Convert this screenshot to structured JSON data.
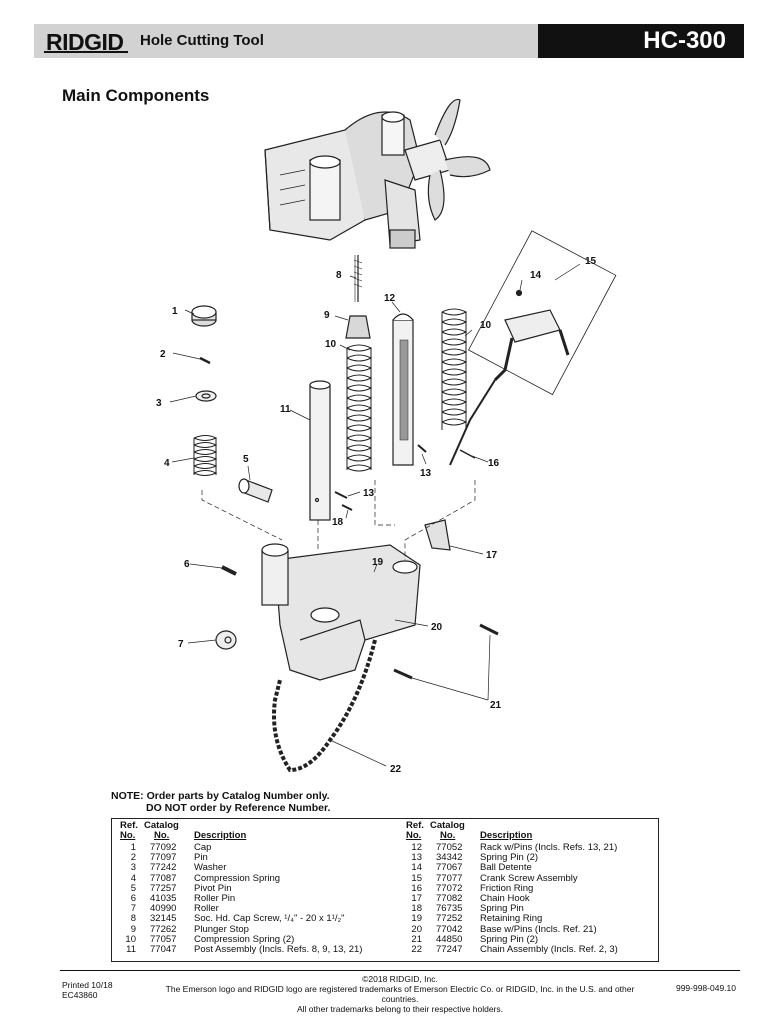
{
  "header": {
    "logo": "RIDGID",
    "title": "Hole Cutting Tool",
    "model": "HC-300"
  },
  "section_title": "Main Components",
  "callouts": {
    "c1": "1",
    "c2": "2",
    "c3": "3",
    "c4": "4",
    "c5": "5",
    "c6": "6",
    "c7": "7",
    "c8": "8",
    "c9": "9",
    "c10a": "10",
    "c10b": "10",
    "c11": "11",
    "c12": "12",
    "c13a": "13",
    "c13b": "13",
    "c14": "14",
    "c15": "15",
    "c16": "16",
    "c17": "17",
    "c18": "18",
    "c19": "19",
    "c20": "20",
    "c21": "21",
    "c22": "22"
  },
  "note": {
    "line1": "NOTE: Order parts by Catalog Number only.",
    "line2": "DO NOT order by Reference Number."
  },
  "parts_table": {
    "headers": {
      "ref1": "Ref.",
      "ref2": "No.",
      "cat1": "Catalog",
      "cat2": "No.",
      "desc": "Description"
    },
    "left": [
      {
        "ref": "1",
        "catalog": "77092",
        "description": "Cap"
      },
      {
        "ref": "2",
        "catalog": "77097",
        "description": "Pin"
      },
      {
        "ref": "3",
        "catalog": "77242",
        "description": "Washer"
      },
      {
        "ref": "4",
        "catalog": "77087",
        "description": "Compression Spring"
      },
      {
        "ref": "5",
        "catalog": "77257",
        "description": "Pivot Pin"
      },
      {
        "ref": "6",
        "catalog": "41035",
        "description": "Roller Pin"
      },
      {
        "ref": "7",
        "catalog": "40990",
        "description": "Roller"
      },
      {
        "ref": "8",
        "catalog": "32145",
        "description": "Soc. Hd. Cap Screw, ¹/₄\" - 20 x 1¹/₂\""
      },
      {
        "ref": "9",
        "catalog": "77262",
        "description": "Plunger Stop"
      },
      {
        "ref": "10",
        "catalog": "77057",
        "description": "Compression Spring (2)"
      },
      {
        "ref": "11",
        "catalog": "77047",
        "description": "Post Assembly (Incls. Refs. 8, 9, 13, 21)"
      }
    ],
    "right": [
      {
        "ref": "12",
        "catalog": "77052",
        "description": "Rack w/Pins (Incls. Refs. 13, 21)"
      },
      {
        "ref": "13",
        "catalog": "34342",
        "description": "Spring Pin (2)"
      },
      {
        "ref": "14",
        "catalog": "77067",
        "description": "Ball Detente"
      },
      {
        "ref": "15",
        "catalog": "77077",
        "description": "Crank Screw Assembly"
      },
      {
        "ref": "16",
        "catalog": "77072",
        "description": "Friction Ring"
      },
      {
        "ref": "17",
        "catalog": "77082",
        "description": "Chain Hook"
      },
      {
        "ref": "18",
        "catalog": "76735",
        "description": "Spring Pin"
      },
      {
        "ref": "19",
        "catalog": "77252",
        "description": "Retaining Ring"
      },
      {
        "ref": "20",
        "catalog": "77042",
        "description": "Base w/Pins (Incls. Ref. 21)"
      },
      {
        "ref": "21",
        "catalog": "44850",
        "description": "Spring Pin (2)"
      },
      {
        "ref": "22",
        "catalog": "77247",
        "description": "Chain Assembly (Incls. Ref. 2, 3)"
      }
    ]
  },
  "footer": {
    "printed": "Printed  10/18",
    "ec_code": "EC43860",
    "copyright": "©2018  RIDGID, Inc.",
    "trademark1": "The Emerson logo and RIDGID logo are registered trademarks of Emerson Electric Co. or RIDGID, Inc. in the U.S. and other countries.",
    "trademark2": "All other trademarks belong to their respective holders.",
    "doc_number": "999-998-049.10"
  }
}
